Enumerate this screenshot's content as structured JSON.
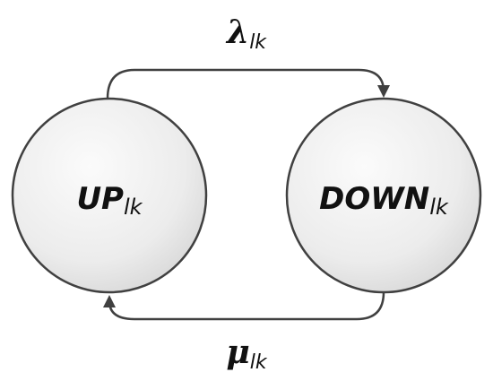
{
  "colors": {
    "stroke": "#404040",
    "node_fill_light": "#f7f7f7",
    "node_fill_dark": "#d6d6d6",
    "text": "#111111"
  },
  "states": {
    "up": {
      "main": "UP",
      "sub": "lk"
    },
    "down": {
      "main": "DOWN",
      "sub": "lk"
    }
  },
  "transitions": {
    "failure": {
      "symbol": "λ",
      "sub": "lk",
      "from": "up",
      "to": "down"
    },
    "repair": {
      "symbol": "μ",
      "sub": "lk",
      "from": "down",
      "to": "up"
    }
  }
}
